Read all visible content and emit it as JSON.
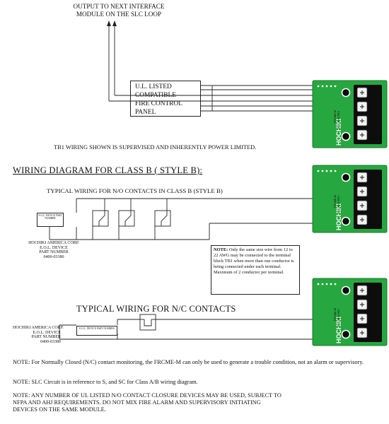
{
  "header": {
    "line1": "OUTPUT TO NEXT INTERFACE",
    "line2": "MODULE ON THE SLC LOOP"
  },
  "panel": {
    "lines": [
      "U.L. LISTED",
      "COMPATIBLE",
      "FIRE CONTROL",
      "PANEL"
    ]
  },
  "tb1_note": "TB1 WIRING SHOWN IS SUPERVISED AND INHERENTLY POWER LIMITED.",
  "class_b": {
    "title": "WIRING DIAGRAM FOR CLASS B ( STYLE B):",
    "subtitle": "TYPICAL WIRING FOR N/O CONTACTS IN CLASS B  (STYLE B)",
    "eol_box": "E.O.L. DEVICE PART NUMBER",
    "eol_caption": [
      "HOCHIKI AMERICA CORP.",
      "E.O.L. DEVICE",
      "PART NUMBER",
      "0400-03380"
    ]
  },
  "wire_note": {
    "label": "NOTE:",
    "text": " Only the same size wire from 12 to 22 AWG may be connected to the terminal block TB1 when more than one conductor is being connected under each terminal. Maximum of 2 conductor per terminal."
  },
  "nc": {
    "title": "TYPICAL WIRING FOR N/C CONTACTS",
    "eol_caption": [
      "HOCHIKI AMERICA CORP.",
      "E.O.L. DEVICE",
      "PART NUMBER",
      "0400-03380"
    ],
    "eol_box": "E.O.L. DEVICE PART NUMBER"
  },
  "module": {
    "brand": "HOCHIKI",
    "model": "FRCME-M",
    "assy": "ASSY 1810-0005 REV"
  },
  "notes": [
    "NOTE:  For Normally Closed (N/C) contact monitoring, the FRCME-M can only be used to generate a trouble condition, not an alarm or supervisory.",
    "NOTE: SLC Circuit is in reference to S, and SC for Class A/B wiring diagram.",
    "NOTE: ANY NUMBER OF UL LISTED N/O CONTACT CLOSURE DEVICES MAY BE USED, SUBJECT TO NFPA AND AHJ REQUIREMENTS.  DO NOT MIX FIRE ALARM AND SUPERVISORY INITIATING DEVICES ON THE SAME MODULE."
  ],
  "colors": {
    "board": "#27a73f",
    "board_dark": "#1a7a2c",
    "terminal": "#0d0d0d",
    "line": "#222222"
  }
}
